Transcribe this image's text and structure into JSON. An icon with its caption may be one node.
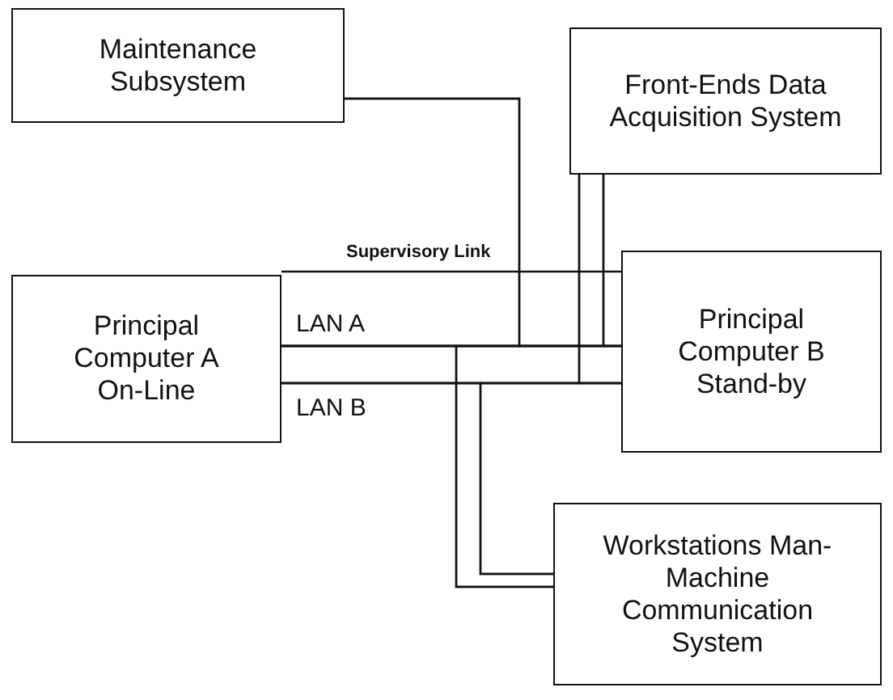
{
  "diagram": {
    "nodes": [
      {
        "text": [
          "Maintenance Subsystem"
        ]
      },
      {
        "text": [
          "Front-Ends Data Acquisition System"
        ]
      },
      {
        "text": [
          "Principal Computer A On-Line"
        ]
      },
      {
        "text": [
          "Principal Computer B Stand-by"
        ]
      },
      {
        "text": [
          "Workstations Man-Machine Communication System"
        ]
      }
    ],
    "edges": [
      {
        "from": 2,
        "to": 3,
        "arrow": "none",
        "label": "Supervisory Link"
      },
      {
        "from": 2,
        "to": 3,
        "arrow": "none",
        "label": "LAN A"
      },
      {
        "from": 2,
        "to": 3,
        "arrow": "none",
        "label": "LAN B"
      },
      {
        "from": 0,
        "to": 2,
        "arrow": "none"
      },
      {
        "from": 0,
        "to": 3,
        "arrow": "none"
      },
      {
        "from": 1,
        "to": 2,
        "arrow": "none"
      },
      {
        "from": 1,
        "to": 3,
        "arrow": "none"
      },
      {
        "from": 1,
        "to": 2,
        "arrow": "none"
      },
      {
        "from": 1,
        "to": 3,
        "arrow": "none"
      },
      {
        "from": 4,
        "to": 2,
        "arrow": "none"
      },
      {
        "from": 4,
        "to": 3,
        "arrow": "none"
      },
      {
        "from": 4,
        "to": 2,
        "arrow": "none"
      },
      {
        "from": 4,
        "to": 3,
        "arrow": "none"
      }
    ]
  }
}
